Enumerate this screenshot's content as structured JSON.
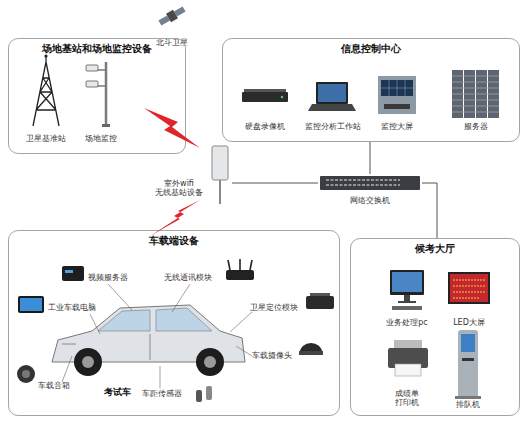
{
  "diagram": {
    "nodes": [
      {
        "text": [
          "北斗卫星"
        ]
      },
      {
        "text": [
          "场地基站和场地监控设备"
        ]
      },
      {
        "text": [
          "卫星基准站"
        ],
        "in": 1
      },
      {
        "text": [
          "场地监控"
        ],
        "in": 1
      },
      {
        "text": [
          "信息控制中心"
        ]
      },
      {
        "text": [
          "硬盘录像机"
        ],
        "in": 4
      },
      {
        "text": [
          "监控分析工作站"
        ],
        "in": 4
      },
      {
        "text": [
          "监控大屏"
        ],
        "in": 4
      },
      {
        "text": [
          "服务器"
        ],
        "in": 4
      },
      {
        "text": [
          "室外wifi 无线基站设备"
        ]
      },
      {
        "text": [
          "网络交换机"
        ]
      },
      {
        "text": [
          "车载端设备"
        ]
      },
      {
        "text": [
          "视频服务器"
        ],
        "in": 11
      },
      {
        "text": [
          "无线通讯模块"
        ],
        "in": 11
      },
      {
        "text": [
          "工业车载电脑"
        ],
        "in": 11
      },
      {
        "text": [
          "卫星定位模块"
        ],
        "in": 11
      },
      {
        "text": [
          "车载摄像头"
        ],
        "in": 11
      },
      {
        "text": [
          "车载音箱"
        ],
        "in": 11
      },
      {
        "text": [
          "车距传感器"
        ],
        "in": 11
      },
      {
        "text": [
          "考试车"
        ],
        "in": 11
      },
      {
        "text": [
          "候考大厅"
        ]
      },
      {
        "text": [
          "业务处理pc"
        ],
        "in": 20
      },
      {
        "text": [
          "LED大屏"
        ],
        "in": 20
      },
      {
        "text": [
          "成绩单 打印机"
        ],
        "in": 20
      },
      {
        "text": [
          "排队机"
        ],
        "in": 20
      }
    ],
    "edges": [
      {
        "from": 4,
        "to": 10,
        "arrow": "none"
      },
      {
        "from": 9,
        "to": 10,
        "arrow": "none"
      },
      {
        "from": 10,
        "to": 20,
        "arrow": "none"
      }
    ]
  }
}
